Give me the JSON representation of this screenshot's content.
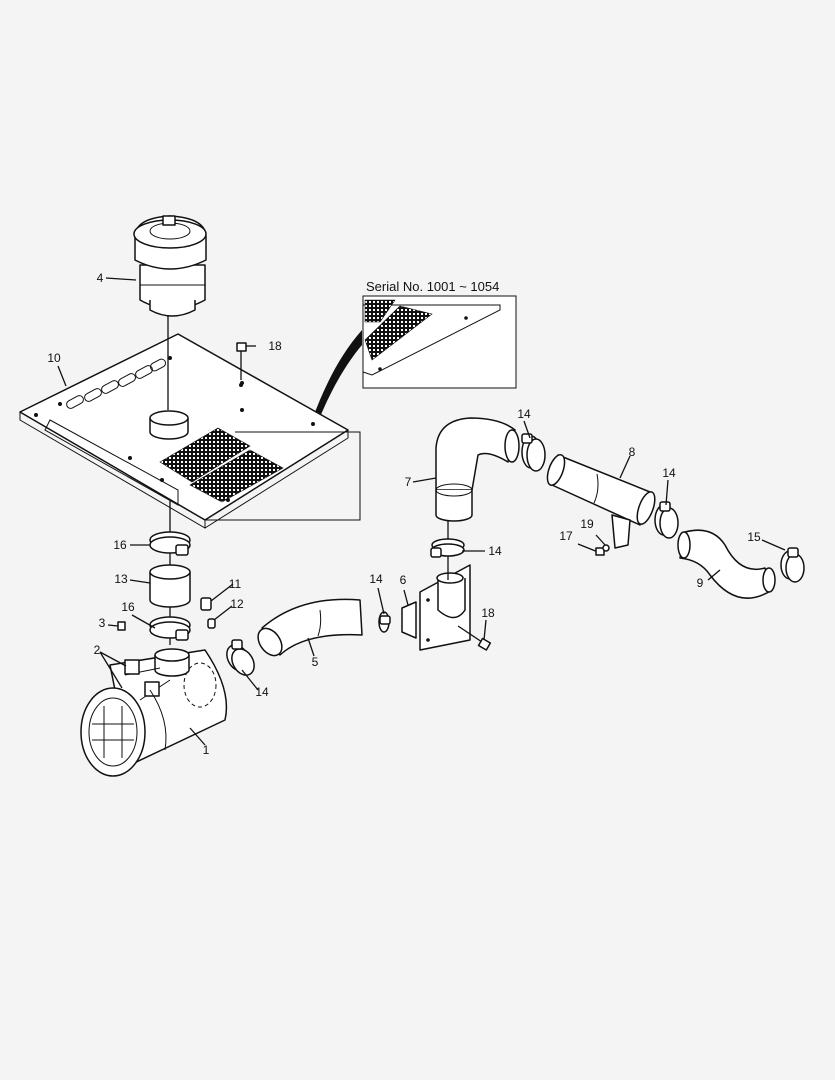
{
  "diagram": {
    "inset_caption": "Serial No. 1001 ~ 1054",
    "callouts": {
      "c1": "1",
      "c2": "2",
      "c3": "3",
      "c4": "4",
      "c5": "5",
      "c6": "6",
      "c7": "7",
      "c8": "8",
      "c9": "9",
      "c10": "10",
      "c11": "11",
      "c12": "12",
      "c13": "13",
      "c14a": "14",
      "c14b": "14",
      "c14c": "14",
      "c14d": "14",
      "c14e": "14",
      "c15": "15",
      "c16a": "16",
      "c16b": "16",
      "c17": "17",
      "c18a": "18",
      "c18b": "18",
      "c19": "19"
    },
    "colors": {
      "background": "#f4f4f4",
      "line": "#111111",
      "part_fill": "#ffffff"
    }
  }
}
